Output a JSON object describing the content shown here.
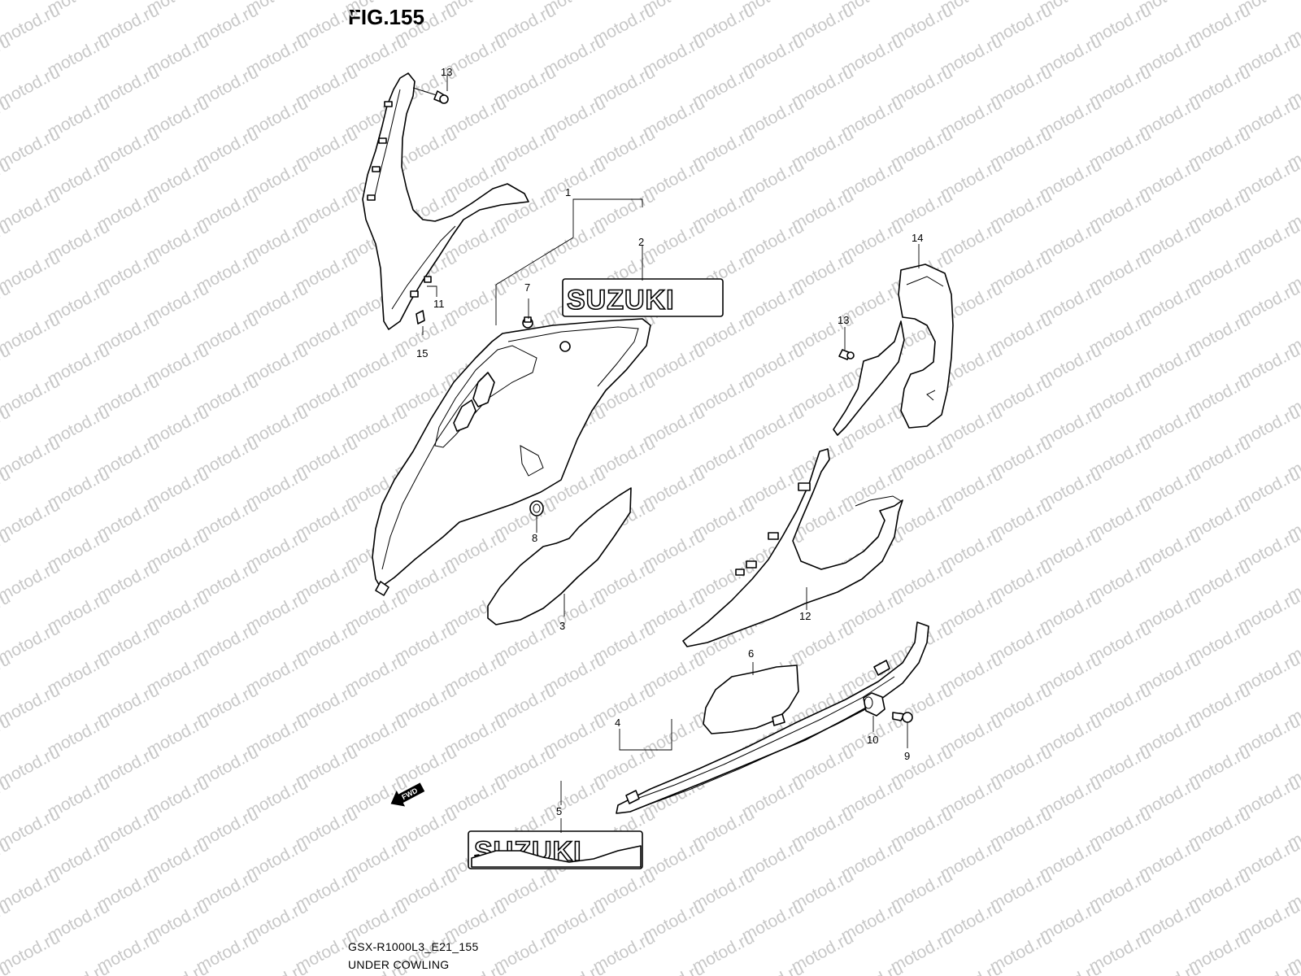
{
  "figure": {
    "title": "FIG.155",
    "model_code": "GSX-R1000L3_E21_155",
    "caption": "UNDER COWLING"
  },
  "watermark": {
    "text": "motod.ru",
    "color": "#c8c8c8"
  },
  "logos": {
    "decal_2": "SUZUKI",
    "decal_5": "SUZUKI",
    "fwd_arrow": "FWD"
  },
  "callouts": [
    "1",
    "2",
    "3",
    "4",
    "5",
    "6",
    "7",
    "8",
    "9",
    "10",
    "11",
    "12",
    "13",
    "13",
    "14",
    "15"
  ]
}
